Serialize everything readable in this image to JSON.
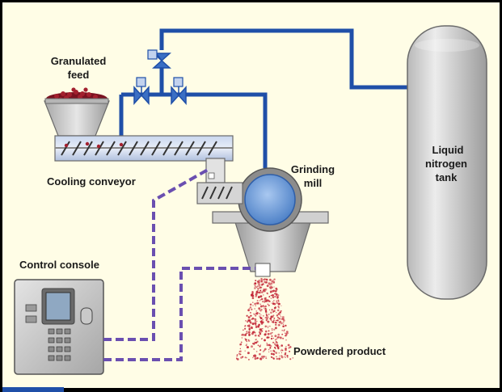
{
  "labels": {
    "granulated_feed_line1": "Granulated",
    "granulated_feed_line2": "feed",
    "cooling_conveyor": "Cooling conveyor",
    "grinding_mill_line1": "Grinding",
    "grinding_mill_line2": "mill",
    "liquid_nitrogen_line1": "Liquid",
    "liquid_nitrogen_line2": "nitrogen",
    "liquid_nitrogen_line3": "tank",
    "control_console": "Control console",
    "powdered_product": "Powdered product"
  },
  "colors": {
    "background": "#fffde6",
    "pipe": "#1f4fa8",
    "signal_line": "#6a4fb0",
    "equipment_gray": "#c9c9c9",
    "equipment_dark": "#7a7a7a",
    "tank_fill": "#d5d5d5",
    "product_red": "#c42a3a",
    "feed_red": "#7a1220",
    "mill_window": "#6a9ad8"
  }
}
